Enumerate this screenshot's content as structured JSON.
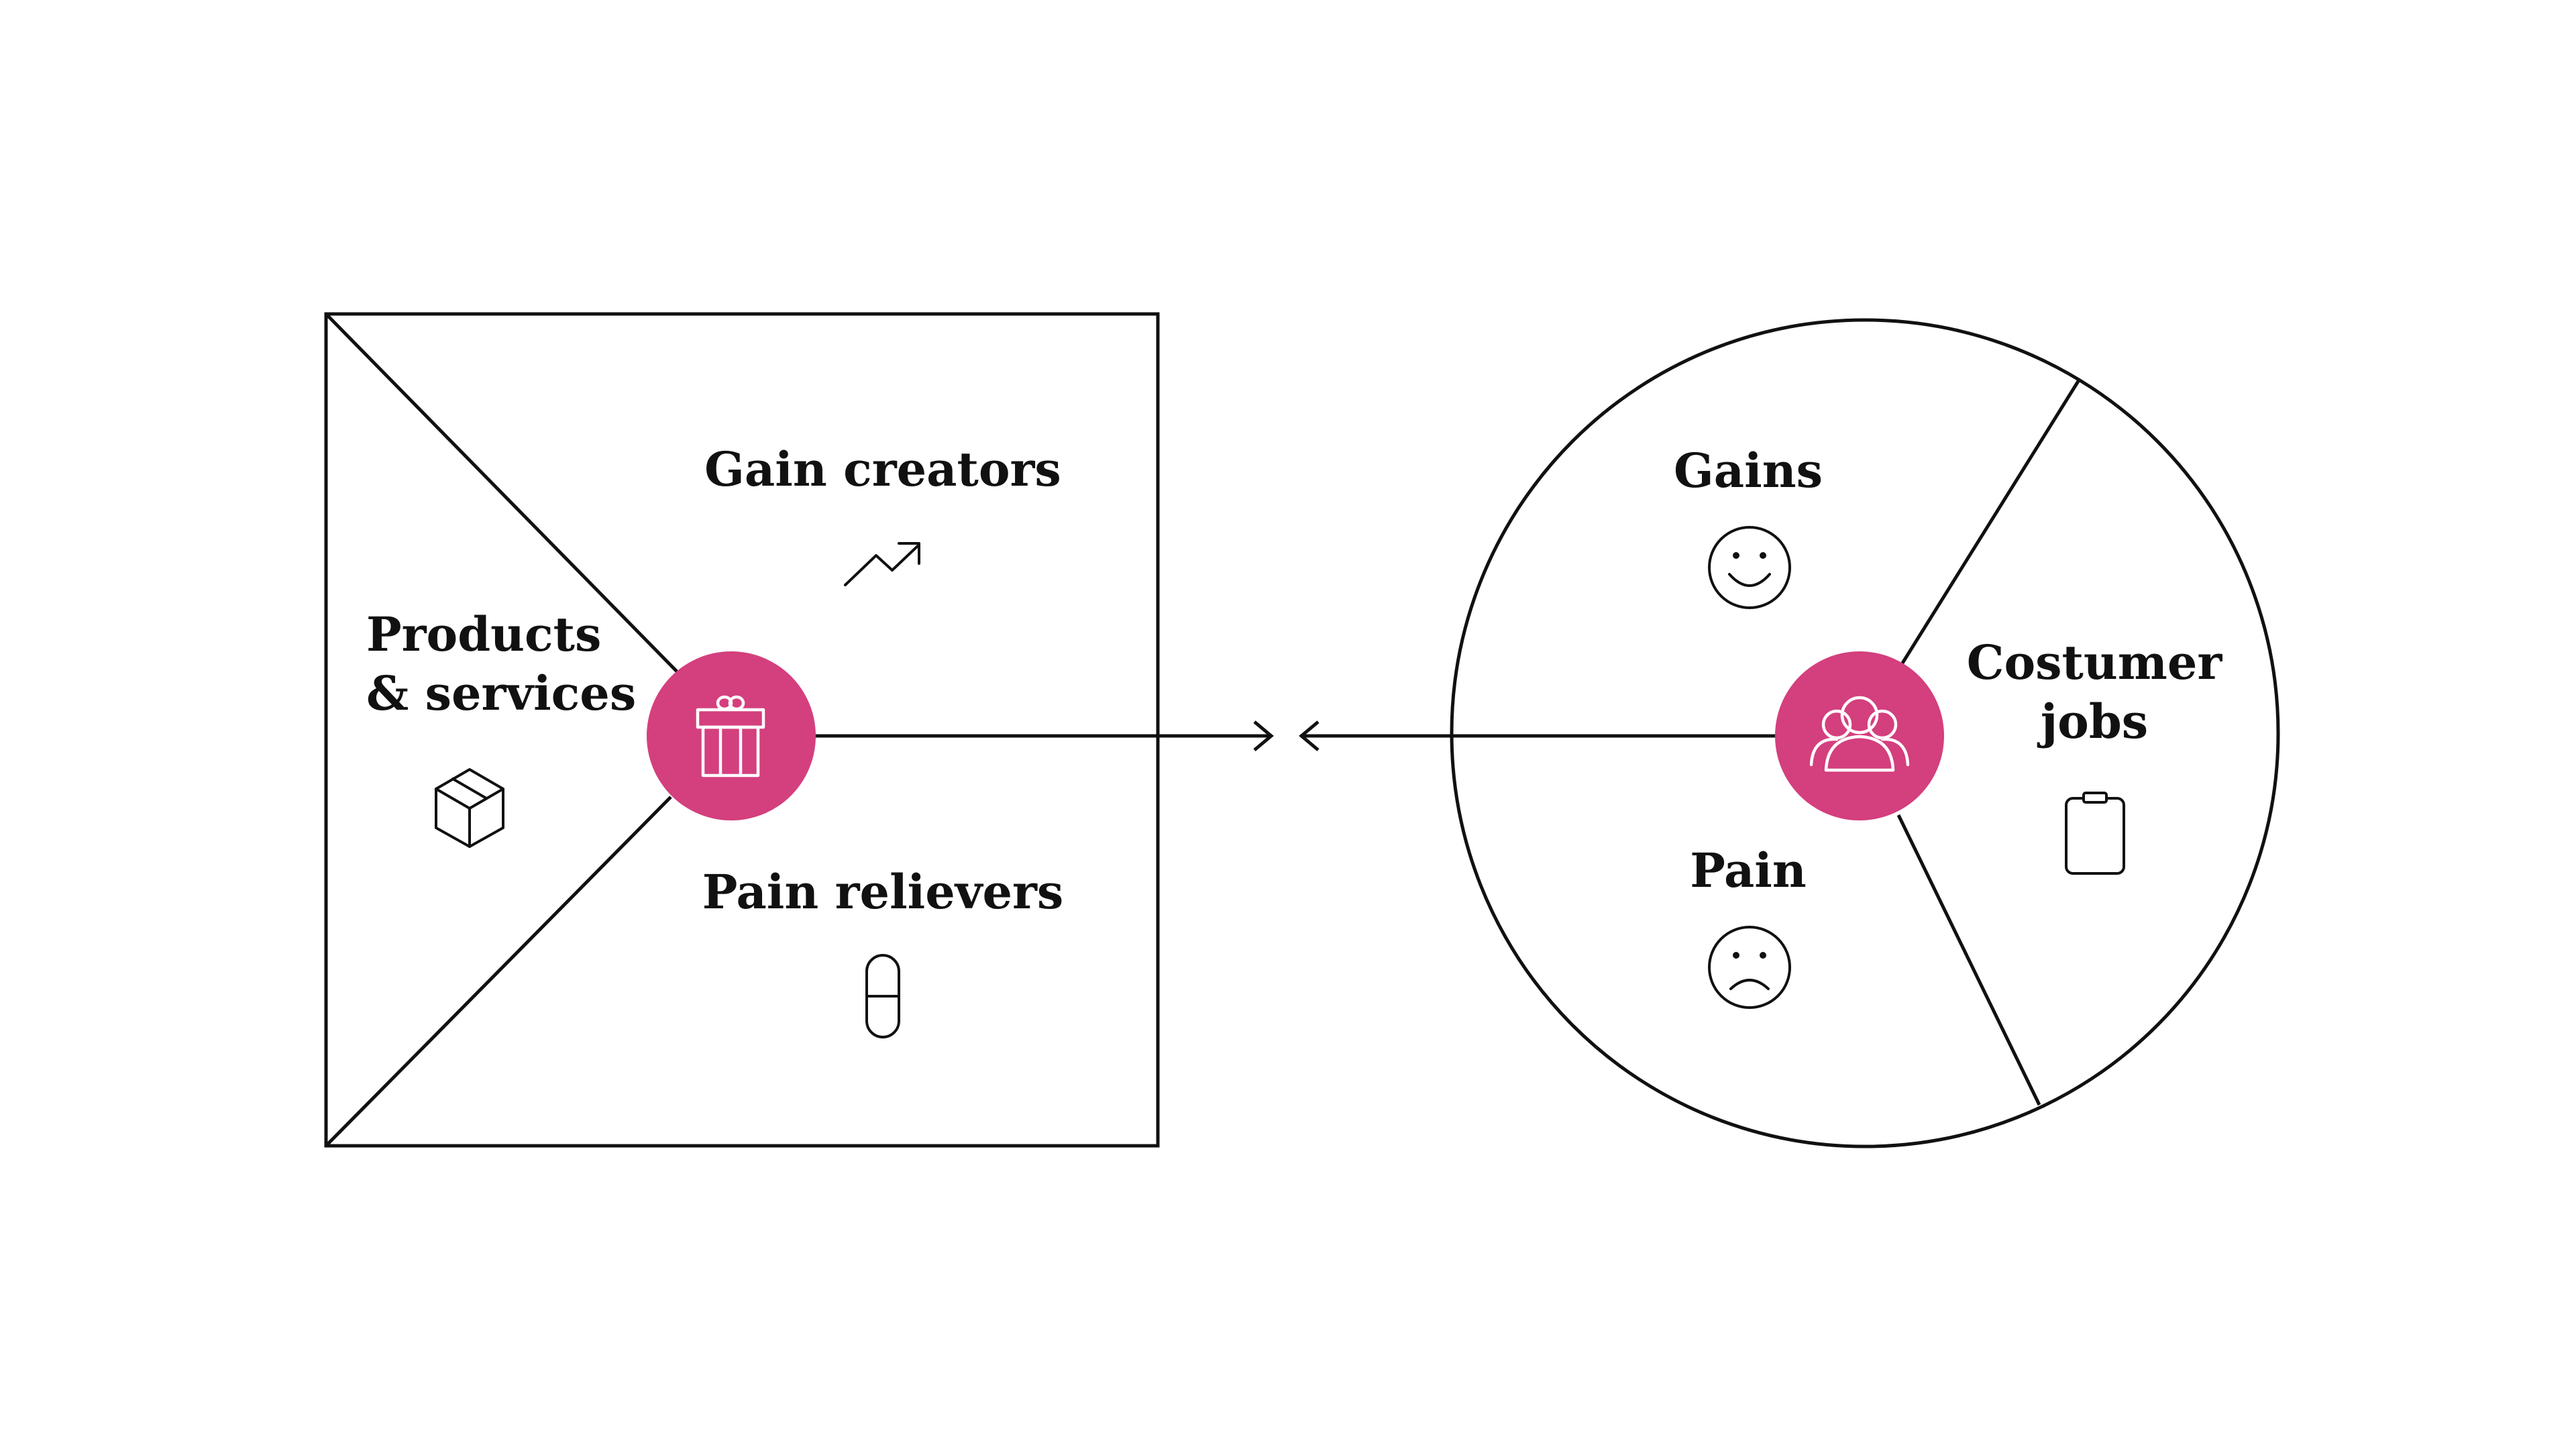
{
  "value_map": {
    "gain_creators": "Gain creators",
    "products_line1": "Products",
    "products_line2": "& services",
    "pain_relievers": "Pain relievers",
    "center_icon": "gift-icon",
    "gain_creators_icon": "trend-up-icon",
    "products_icon": "box-icon",
    "pain_relievers_icon": "pill-icon"
  },
  "customer_profile": {
    "gains": "Gains",
    "pain": "Pain",
    "jobs_line1": "Costumer",
    "jobs_line2": "jobs",
    "center_icon": "people-icon",
    "gains_icon": "smile-icon",
    "pain_icon": "frown-icon",
    "jobs_icon": "clipboard-icon"
  },
  "colors": {
    "accent": "#D43F7E",
    "line": "#111111",
    "background": "#FFFFFF"
  }
}
